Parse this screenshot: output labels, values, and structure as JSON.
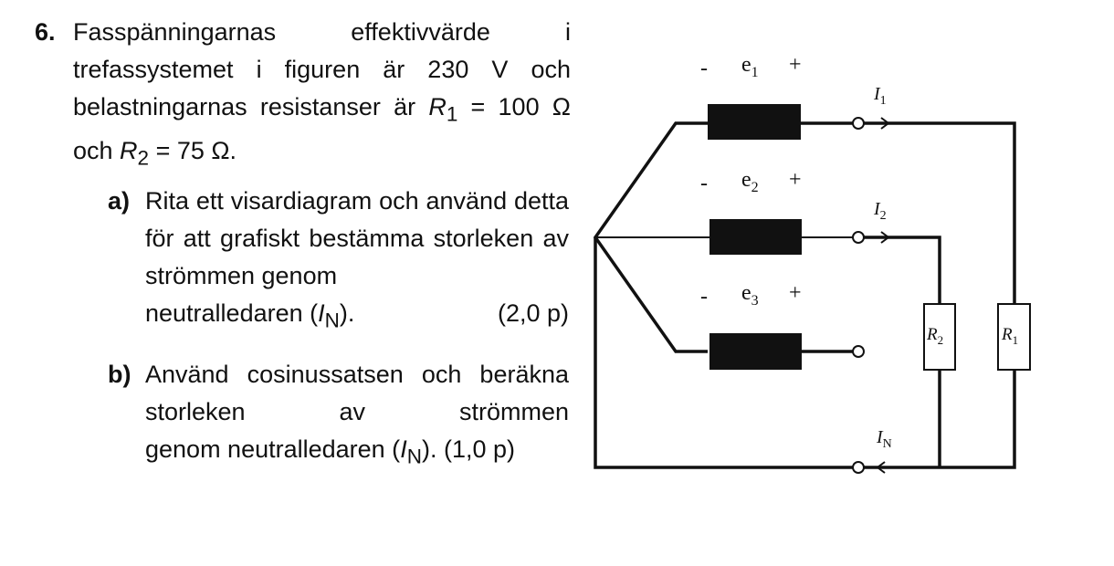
{
  "problem": {
    "number": "6.",
    "intro": "Fasspänningarnas effektivvärde i trefassystemet i figuren är 230 V och belastningarnas resistanser är",
    "r1_sym": "R",
    "r1_sub": "1",
    "r1_val": " = 100 Ω och ",
    "r2_sym": "R",
    "r2_sub": "2",
    "r2_val": " = 75 Ω.",
    "a": {
      "label": "a)",
      "text": "Rita ett visardiagram och använd detta för att grafiskt bestämma storleken av strömmen genom",
      "tail": "neutralledaren (",
      "i": "I",
      "isub": "N",
      "close": ").",
      "points": "(2,0 p)"
    },
    "b": {
      "label": "b)",
      "text": "Använd cosinussatsen och beräkna storleken av strömmen",
      "tail": "genom neutralledaren (",
      "i": "I",
      "isub": "N",
      "close": "). (1,0 p)"
    }
  },
  "circuit": {
    "sources": [
      {
        "e": "e",
        "sub": "1"
      },
      {
        "e": "e",
        "sub": "2"
      },
      {
        "e": "e",
        "sub": "3"
      }
    ],
    "minus": "-",
    "plus": "+",
    "currents": [
      {
        "s": "I",
        "sub": "1"
      },
      {
        "s": "I",
        "sub": "2"
      },
      {
        "s": "I",
        "sub": "N"
      }
    ],
    "resistors": [
      {
        "s": "R",
        "sub": "2"
      },
      {
        "s": "R",
        "sub": "1"
      }
    ]
  }
}
